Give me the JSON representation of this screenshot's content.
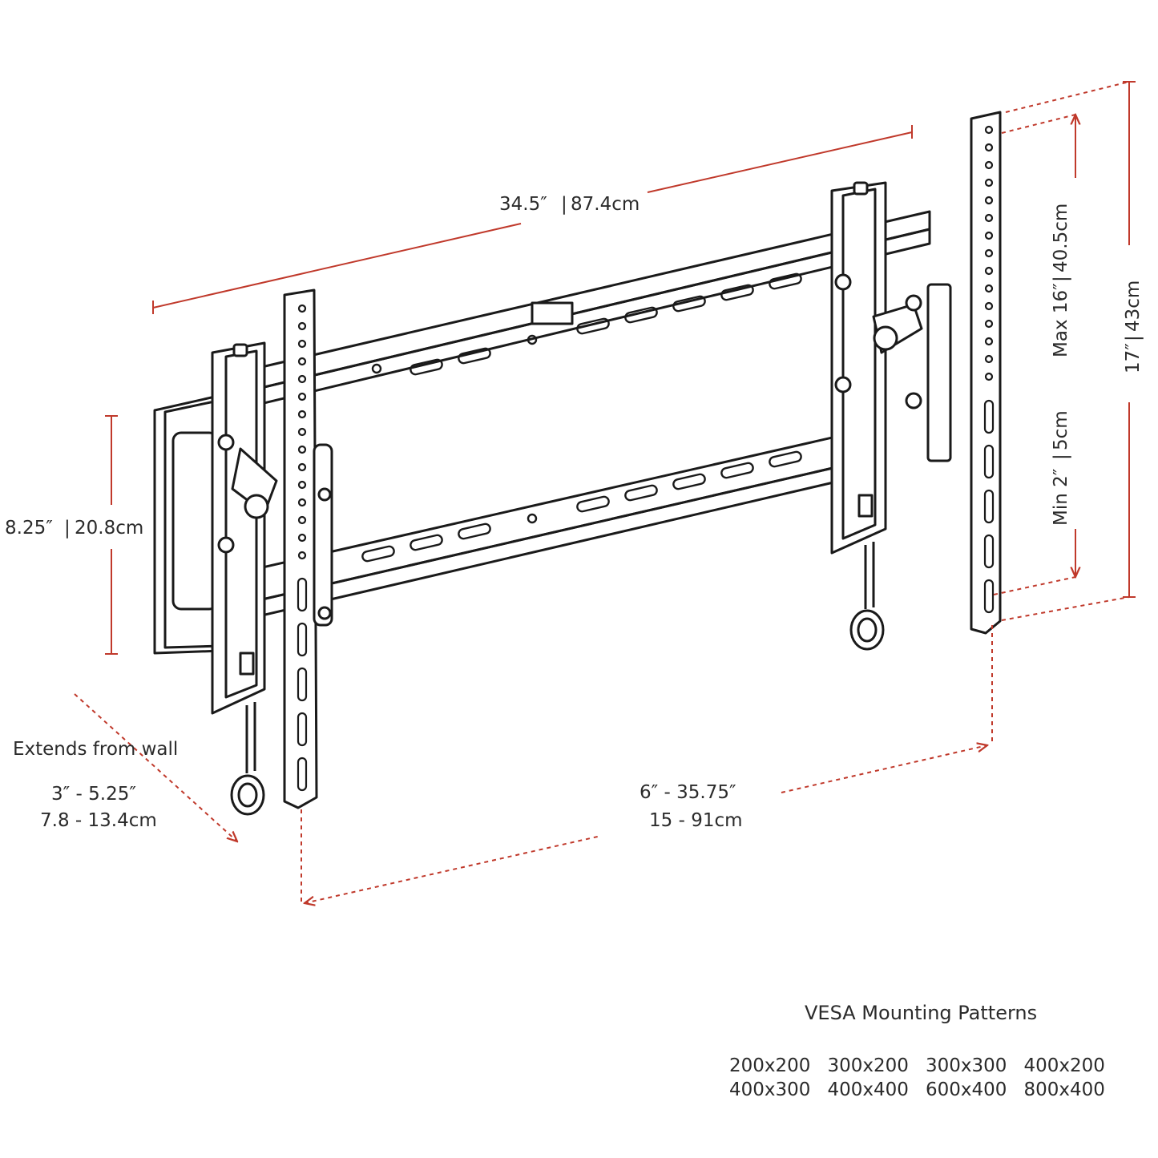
{
  "dimensions": {
    "width": {
      "imperial": "34.5″",
      "metric": "87.4cm"
    },
    "bracket_height": {
      "imperial": "8.25″",
      "metric": "20.8cm"
    },
    "max_shift": {
      "imperial": "Max 16″",
      "metric": "40.5cm"
    },
    "min_shift": {
      "imperial": "Min 2″",
      "metric": "5cm"
    },
    "arm_height": {
      "imperial": "17″",
      "metric": "43cm"
    },
    "stud_range": {
      "imperial": "6″ - 35.75″",
      "metric": "15 - 91cm"
    },
    "extends": {
      "label": "Extends from wall",
      "imperial": "3″ - 5.25″",
      "metric": "7.8 - 13.4cm"
    }
  },
  "vesa": {
    "title": "VESA Mounting Patterns",
    "patterns": [
      "200x200",
      "300x200",
      "300x300",
      "400x200",
      "400x300",
      "400x400",
      "600x400",
      "800x400"
    ]
  },
  "colors": {
    "dimension_line": "#c0392b",
    "outline": "#1a1a1a"
  }
}
